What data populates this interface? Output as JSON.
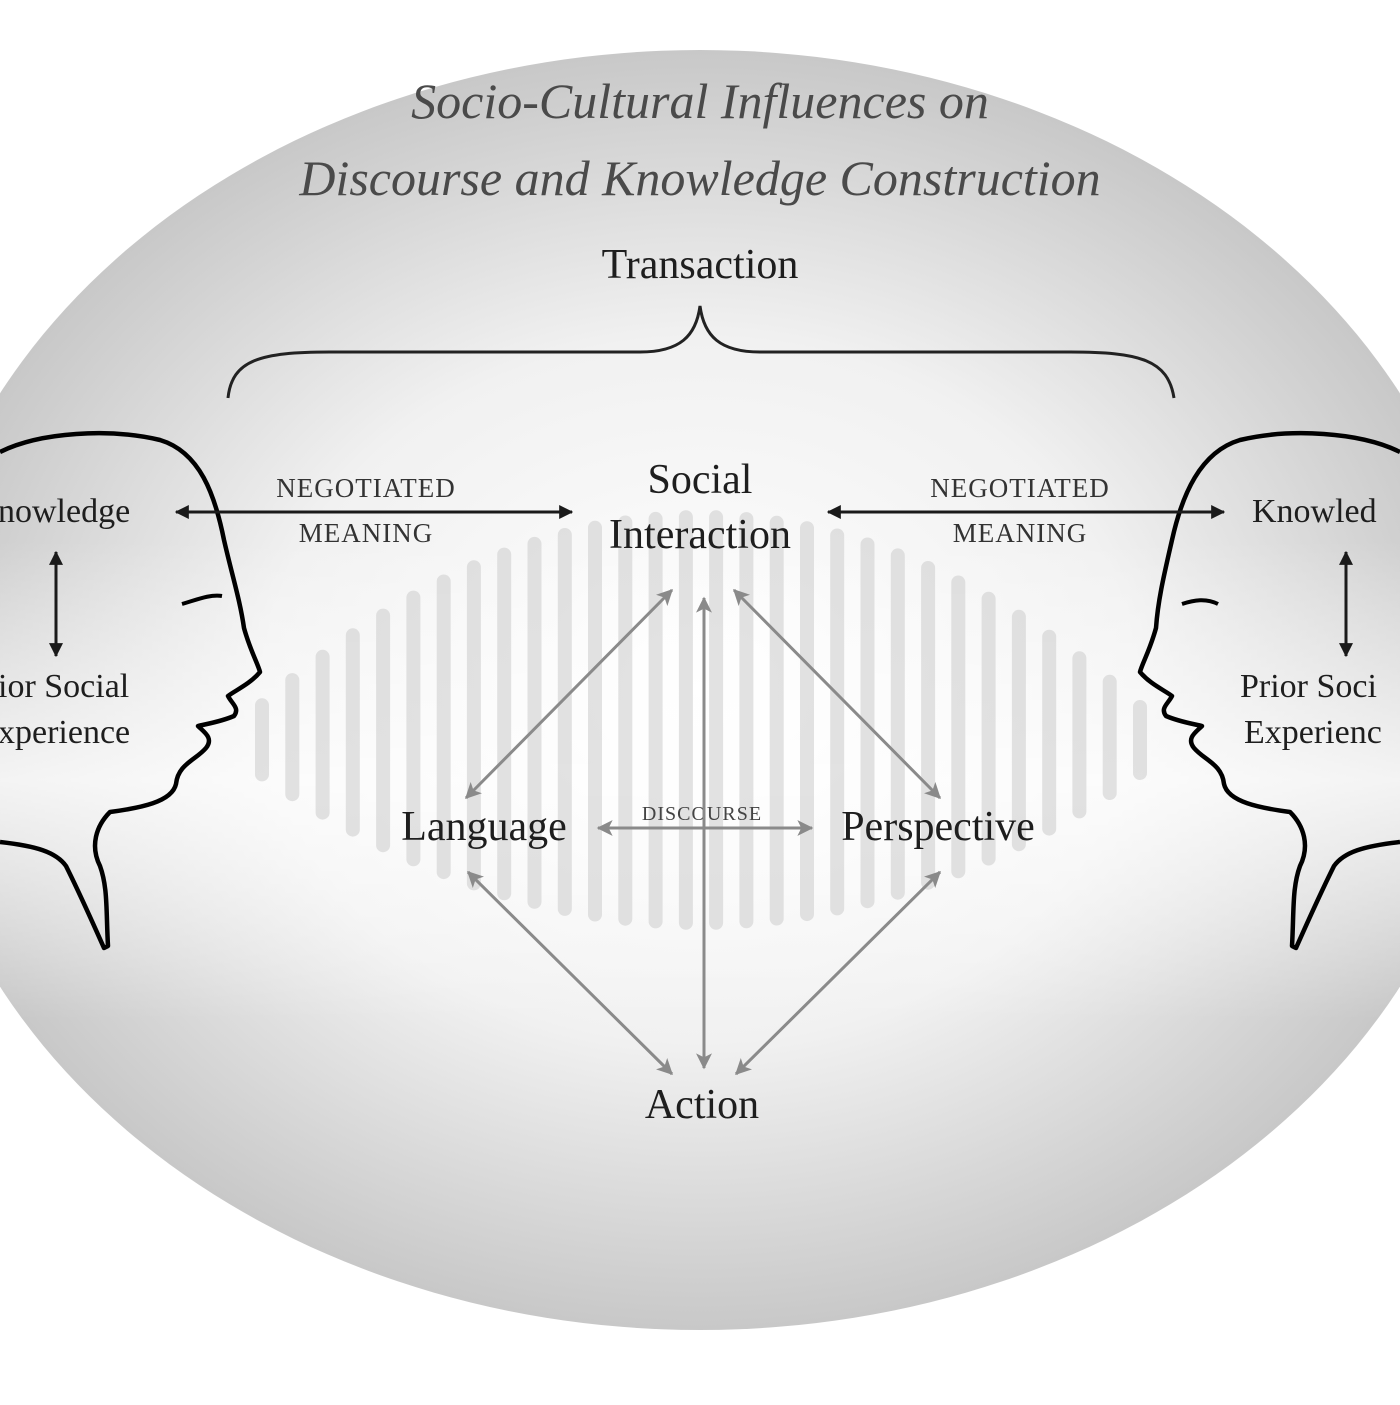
{
  "title": {
    "line1": "Socio-Cultural Influences on",
    "line2": "Discourse and Knowledge Construction"
  },
  "transaction_label": "Transaction",
  "center": {
    "social_line1": "Social",
    "social_line2": "Interaction",
    "language": "Language",
    "perspective": "Perspective",
    "action": "Action",
    "discourse": "DISCOURSE"
  },
  "left_edge": {
    "top_line": "NEGOTIATED",
    "bottom_line": "MEANING"
  },
  "right_edge": {
    "top_line": "NEGOTIATED",
    "bottom_line": "MEANING"
  },
  "left_head": {
    "knowledge": "nowledge",
    "prior_line1": "ior Social",
    "prior_line2": "xperience"
  },
  "right_head": {
    "knowledge": "Knowled",
    "prior_line1": "Prior Soci",
    "prior_line2": "Experienc"
  },
  "colors": {
    "ellipse_center": "#ffffff",
    "ellipse_edge": "#c9c9c9",
    "stripes": "#d2d2d2",
    "arrows_gray": "#8a8a8a",
    "arrows_dark": "#1a1a1a",
    "head_outline": "#000000"
  },
  "icons": [
    "left-head-profile-icon",
    "right-head-profile-icon",
    "curly-brace-icon"
  ]
}
